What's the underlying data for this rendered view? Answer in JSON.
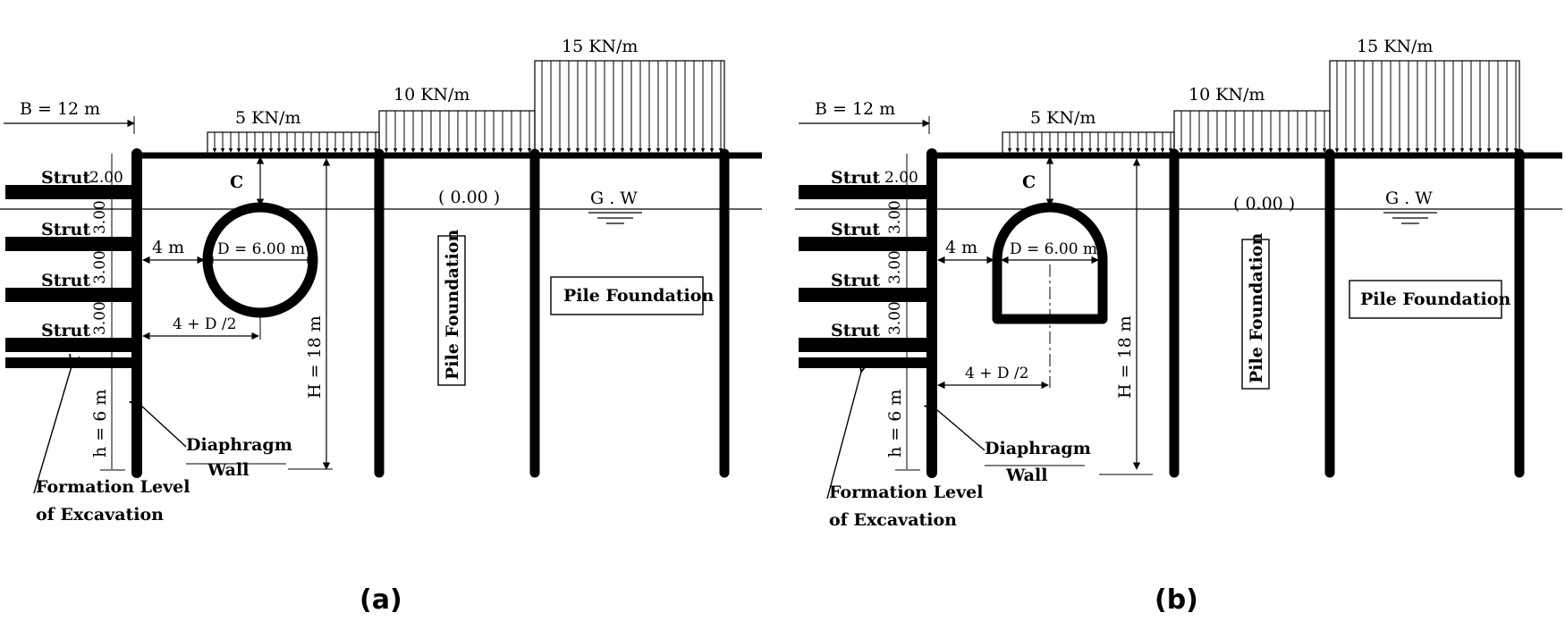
{
  "panels": [
    {
      "id": "a",
      "caption": "(a)",
      "tunnel_shape": "circle",
      "labels": {
        "width": "B = 12 m",
        "load1": "5  KN/m",
        "load2": "10  KN/m",
        "load3": "15  KN/m",
        "cover": "C",
        "datum": "( 0.00 )",
        "groundwater": "G . W",
        "diameter": "D = 6.00 m",
        "offset": "4 m",
        "offset_center": "4 + D /2",
        "height": "H = 18 m",
        "embed": "h = 6 m",
        "pile_vertical": "Pile Foundation",
        "pile_box": "Pile Foundation",
        "diaphragm_line1": "Diaphragm",
        "diaphragm_line2": "Wall",
        "formation_line1": "Formation Level",
        "formation_line2": "of Excavation",
        "strut_spacing": [
          "2.00",
          "3.00",
          "3.00",
          "3.00"
        ]
      },
      "struts": [
        "Strut",
        "Strut",
        "Strut",
        "Strut"
      ]
    },
    {
      "id": "b",
      "caption": "(b)",
      "tunnel_shape": "horseshoe",
      "labels": {
        "width": "B = 12 m",
        "load1": "5  KN/m",
        "load2": "10  KN/m",
        "load3": "15  KN/m",
        "cover": "C",
        "datum": "( 0.00 )",
        "groundwater": "G . W",
        "diameter": "D = 6.00 m",
        "offset": "4 m",
        "offset_center": "4 + D /2",
        "height": "H = 18 m",
        "embed": "h = 6 m",
        "pile_vertical": "Pile Foundation",
        "pile_box": "Pile Foundation",
        "diaphragm_line1": "Diaphragm",
        "diaphragm_line2": "Wall",
        "formation_line1": "Formation Level",
        "formation_line2": "of Excavation",
        "strut_spacing": [
          "2.00",
          "3.00",
          "3.00",
          "3.00"
        ]
      },
      "struts": [
        "Strut",
        "Strut",
        "Strut",
        "Strut"
      ]
    }
  ]
}
